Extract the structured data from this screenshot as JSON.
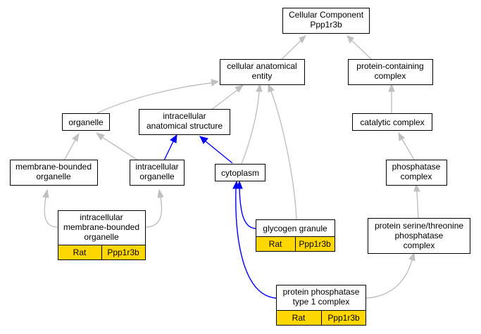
{
  "diagram": {
    "root": {
      "line1": "Cellular Component",
      "line2": "Ppp1r3b"
    },
    "nodes": {
      "cellular_anatomical_entity": {
        "line1": "cellular anatomical",
        "line2": "entity"
      },
      "protein_containing_complex": {
        "line1": "protein-containing",
        "line2": "complex"
      },
      "organelle": {
        "line1": "organelle"
      },
      "intracellular_anatomical_structure": {
        "line1": "intracellular",
        "line2": "anatomical structure"
      },
      "catalytic_complex": {
        "line1": "catalytic complex"
      },
      "membrane_bounded_organelle": {
        "line1": "membrane-bounded",
        "line2": "organelle"
      },
      "intracellular_organelle": {
        "line1": "intracellular",
        "line2": "organelle"
      },
      "cytoplasm": {
        "line1": "cytoplasm"
      },
      "phosphatase_complex": {
        "line1": "phosphatase",
        "line2": "complex"
      },
      "intracellular_membrane_bounded_organelle": {
        "line1": "intracellular",
        "line2": "membrane-bounded",
        "line3": "organelle",
        "species": "Rat",
        "gene": "Ppp1r3b"
      },
      "glycogen_granule": {
        "line1": "glycogen granule",
        "species": "Rat",
        "gene": "Ppp1r3b"
      },
      "protein_serine_threonine_phosphatase_complex": {
        "line1": "protein serine/threonine",
        "line2": "phosphatase",
        "line3": "complex"
      },
      "protein_phosphatase_type_1_complex": {
        "line1": "protein phosphatase",
        "line2": "type 1 complex",
        "species": "Rat",
        "gene": "Ppp1r3b"
      }
    },
    "edge_colors": {
      "is_a": "#c0c0c0",
      "part_of": "#0000ff"
    },
    "annotation_color": "#ffd700"
  }
}
